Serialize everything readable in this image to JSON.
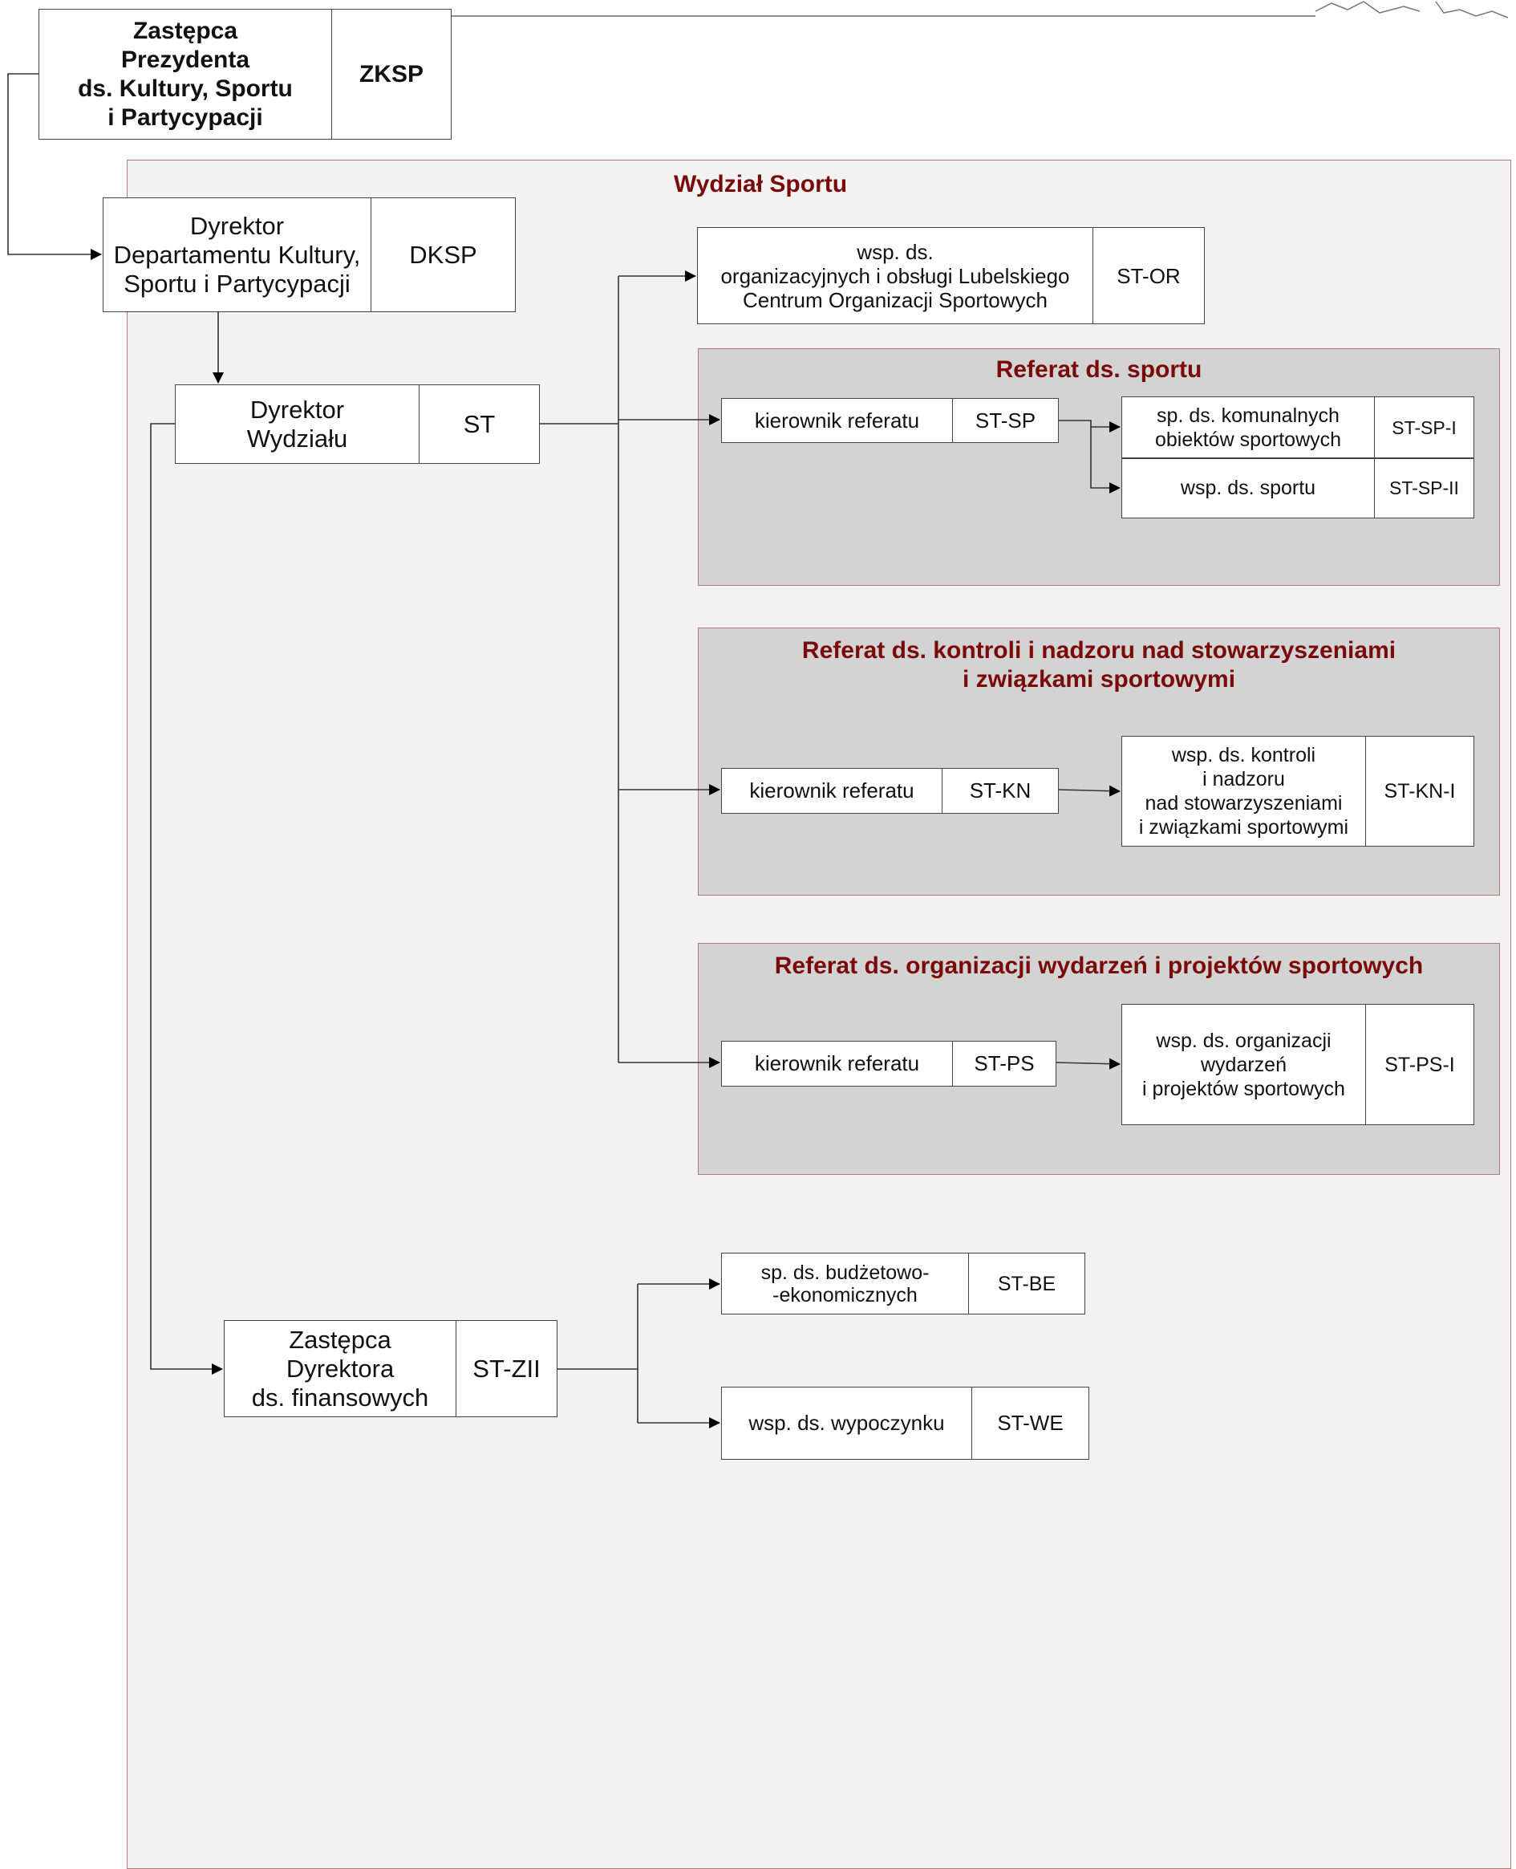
{
  "top_unit": {
    "title": "Zastępca\nPrezydenta\nds. Kultury, Sportu\ni Partycypacji",
    "code": "ZKSP"
  },
  "department": {
    "title": "Wydział Sportu",
    "director_dept": {
      "title": "Dyrektor\nDepartamentu Kultury,\nSportu i Partycypacji",
      "code": "DKSP"
    },
    "director": {
      "title": "Dyrektor\nWydziału",
      "code": "ST"
    },
    "organizational": {
      "title": "wsp. ds.\norganizacyjnych i obsługi Lubelskiego\nCentrum Organizacji Sportowych",
      "code": "ST-OR"
    },
    "deputy": {
      "title": "Zastępca\nDyrektora\nds. finansowych",
      "code": "ST-ZII"
    },
    "budget": {
      "title": "sp. ds. budżetowo-\n-ekonomicznych",
      "code": "ST-BE"
    },
    "leisure": {
      "title": "wsp. ds. wypoczynku",
      "code": "ST-WE"
    }
  },
  "sections": [
    {
      "title": "Referat ds. sportu",
      "head": {
        "title": "kierownik referatu",
        "code": "ST-SP"
      },
      "staff": [
        {
          "title": "sp. ds. komunalnych\nobiektów sportowych",
          "code": "ST-SP-I"
        },
        {
          "title": "wsp. ds. sportu",
          "code": "ST-SP-II"
        }
      ]
    },
    {
      "title": "Referat ds. kontroli i nadzoru nad stowarzyszeniami\ni związkami sportowymi",
      "head": {
        "title": "kierownik referatu",
        "code": "ST-KN"
      },
      "staff": [
        {
          "title": "wsp. ds. kontroli\ni nadzoru\nnad stowarzyszeniami\ni związkami sportowymi",
          "code": "ST-KN-I"
        }
      ]
    },
    {
      "title": "Referat ds. organizacji wydarzeń i projektów sportowych",
      "head": {
        "title": "kierownik referatu",
        "code": "ST-PS"
      },
      "staff": [
        {
          "title": "wsp. ds. organizacji\nwydarzeń\ni projektów sportowych",
          "code": "ST-PS-I"
        }
      ]
    }
  ],
  "colors": {
    "section_title": "#7a0a0a",
    "department_fill": "#f2f2f2",
    "section_fill": "#d3d3d3",
    "region_border": "#b07a7a",
    "box_border": "#444444"
  }
}
